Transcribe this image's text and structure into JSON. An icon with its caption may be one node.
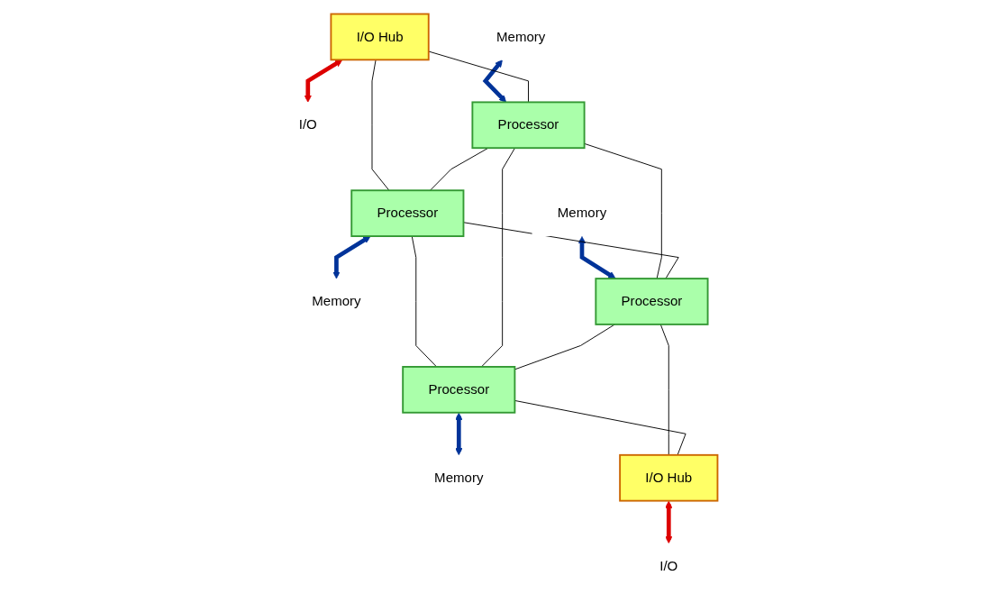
{
  "diagram": {
    "nodes": [
      {
        "text": [
          "I/O Hub"
        ]
      },
      {
        "text": [
          "I/O"
        ]
      },
      {
        "text": [
          "Memory"
        ]
      },
      {
        "text": [
          "Processor"
        ]
      },
      {
        "text": [
          "Processor"
        ]
      },
      {
        "text": [
          "Memory"
        ]
      },
      {
        "text": [
          "Memory"
        ]
      },
      {
        "text": [
          "Processor"
        ]
      },
      {
        "text": [
          "Processor"
        ]
      },
      {
        "text": [
          "Memory"
        ]
      },
      {
        "text": [
          "I/O Hub"
        ]
      },
      {
        "text": [
          "I/O"
        ]
      }
    ],
    "edges": [
      {
        "from": 0,
        "to": 1,
        "arrow": "both",
        "style": "thick",
        "color": "#dd0000"
      },
      {
        "from": 2,
        "to": 3,
        "arrow": "both",
        "style": "thick",
        "color": "#003399"
      },
      {
        "from": 4,
        "to": 5,
        "arrow": "both",
        "style": "thick",
        "color": "#003399"
      },
      {
        "from": 6,
        "to": 7,
        "arrow": "both",
        "style": "thick",
        "color": "#003399"
      },
      {
        "from": 8,
        "to": 9,
        "arrow": "both",
        "style": "thick",
        "color": "#003399"
      },
      {
        "from": 10,
        "to": 11,
        "arrow": "both",
        "style": "thick",
        "color": "#dd0000"
      },
      {
        "from": 0,
        "to": 3,
        "arrow": "none"
      },
      {
        "from": 0,
        "to": 4,
        "arrow": "none"
      },
      {
        "from": 3,
        "to": 4,
        "arrow": "none"
      },
      {
        "from": 3,
        "to": 7,
        "arrow": "none"
      },
      {
        "from": 4,
        "to": 8,
        "arrow": "none"
      },
      {
        "from": 3,
        "to": 8,
        "arrow": "none"
      },
      {
        "from": 4,
        "to": 7,
        "arrow": "none"
      },
      {
        "from": 7,
        "to": 8,
        "arrow": "none"
      },
      {
        "from": 7,
        "to": 10,
        "arrow": "none"
      },
      {
        "from": 8,
        "to": 10,
        "arrow": "none"
      }
    ]
  }
}
